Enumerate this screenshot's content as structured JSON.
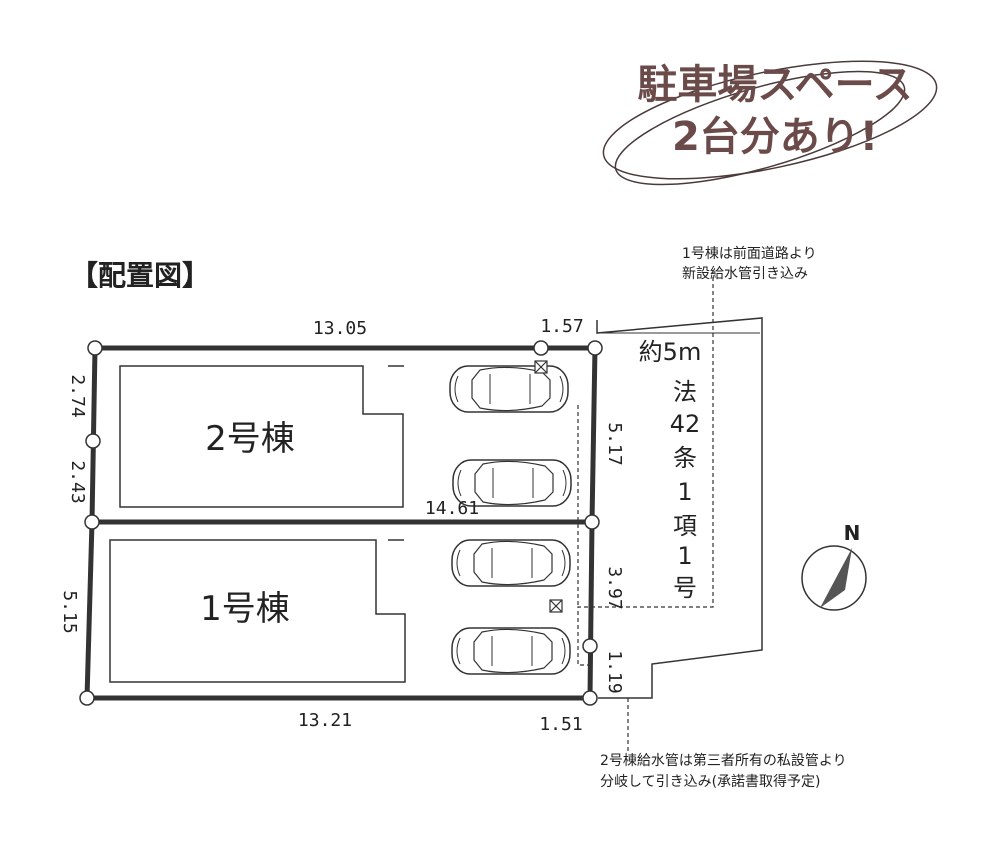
{
  "headline": {
    "line1": "駐車場スペース",
    "line2": "2台分あり!",
    "color": "#6b4a4a"
  },
  "section_title": "【配置図】",
  "notes": {
    "top_right_line1": "1号棟は前面道路より",
    "top_right_line2": "新設給水管引き込み",
    "bottom_line1": "2号棟給水管は第三者所有の私設管より",
    "bottom_line2": "分岐して引き込み(承諾書取得予定)"
  },
  "buildings": {
    "building2": "2号棟",
    "building1": "1号棟"
  },
  "road": {
    "width": "約5m",
    "vertical_label": [
      "法",
      "42",
      "条",
      "1",
      "項",
      "1",
      "号"
    ]
  },
  "dimensions": {
    "top_main": "13.05",
    "top_right": "1.57",
    "left_upper": "2.74",
    "left_middle": "2.43",
    "left_lower": "5.15",
    "right_upper": "5.17",
    "right_lower": "3.97",
    "right_bottom": "1.19",
    "middle_line": "14.61",
    "bottom_main": "13.21",
    "bottom_right": "1.51"
  },
  "compass": {
    "label": "N"
  },
  "colors": {
    "boundary": "#333333",
    "headline": "#6b4a4a"
  }
}
